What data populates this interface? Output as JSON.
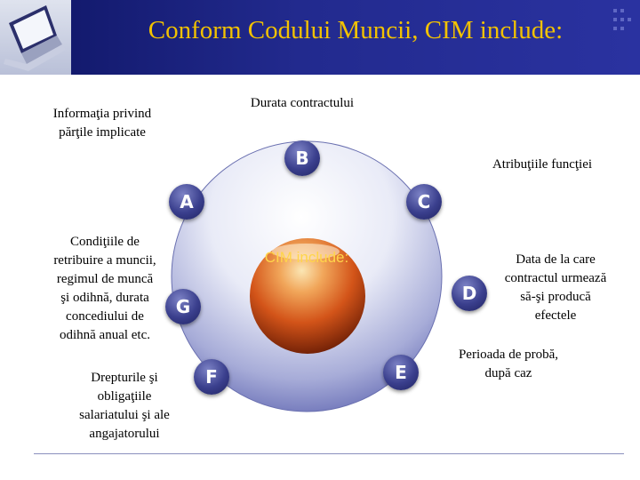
{
  "header": {
    "title": "Conform Codului Muncii, CIM include:"
  },
  "core": {
    "label": "CIM include:"
  },
  "nodes": {
    "A": {
      "letter": "A"
    },
    "B": {
      "letter": "B"
    },
    "C": {
      "letter": "C"
    },
    "D": {
      "letter": "D"
    },
    "E": {
      "letter": "E"
    },
    "F": {
      "letter": "F"
    },
    "G": {
      "letter": "G"
    }
  },
  "labels": {
    "parties": [
      "Informaţia privind",
      "părţile implicate"
    ],
    "duration": "Durata contractului",
    "attributions": "Atribuţiile funcţiei",
    "start_date": [
      "Data de la care",
      "contractul urmează",
      "să-şi producă",
      "efectele"
    ],
    "probation": [
      "Perioada de probă,",
      "după caz"
    ],
    "rights": [
      "Drepturile şi",
      "obligaţiile",
      "salariatului şi ale",
      "angajatorului"
    ],
    "conditions": [
      "Condiţiile de",
      "retribuire a muncii,",
      "regimul de muncă",
      "şi odihnă, durata",
      "concediului de",
      "odihnă anual etc."
    ]
  }
}
